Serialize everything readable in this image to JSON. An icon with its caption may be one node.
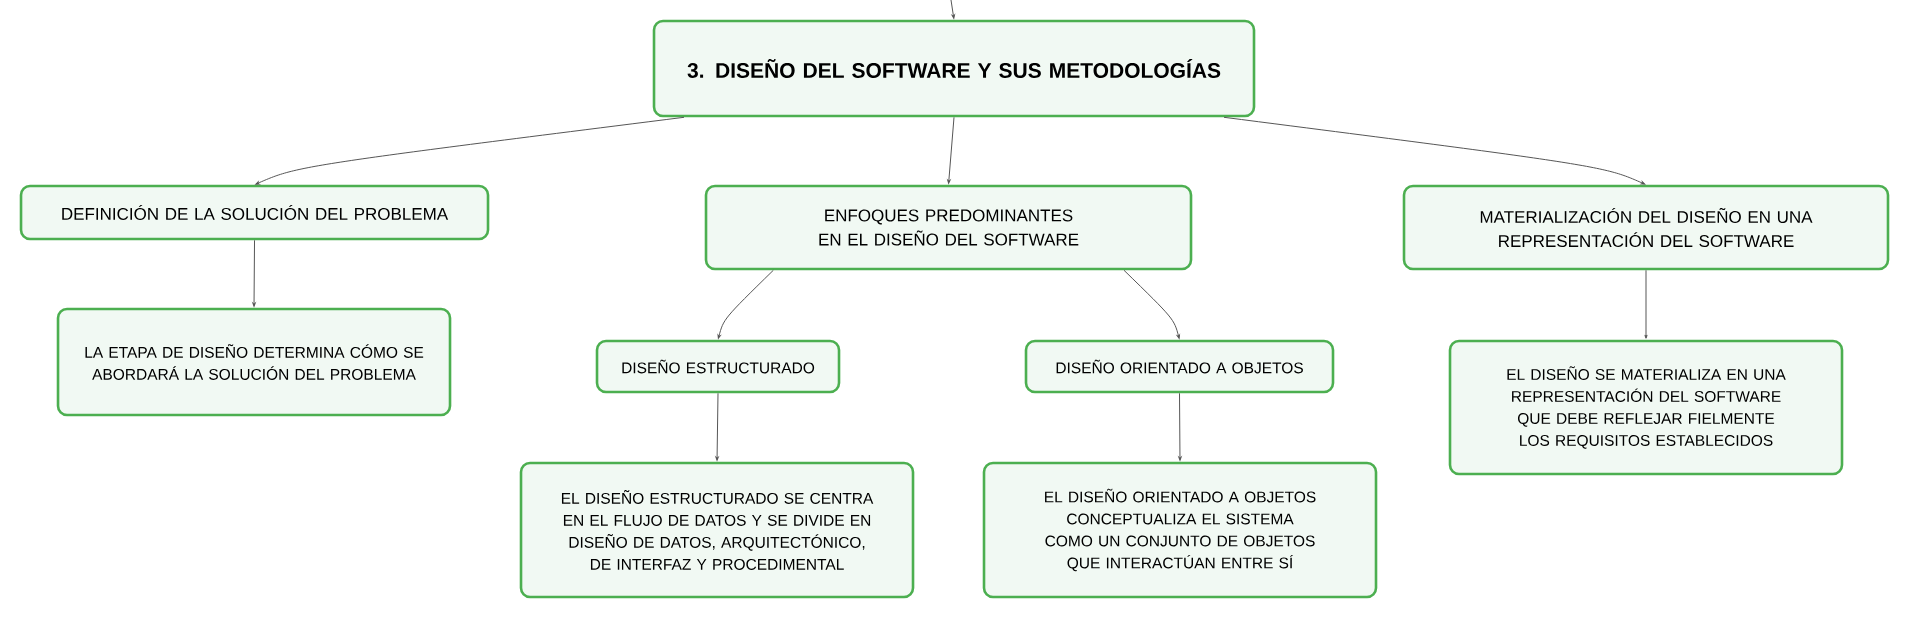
{
  "diagram": {
    "nodes": [
      {
        "text": [
          "3. DISEÑO DEL SOFTWARE Y SUS METODOLOGÍAS"
        ]
      },
      {
        "text": [
          "DEFINICIÓN DE LA SOLUCIÓN DEL PROBLEMA"
        ]
      },
      {
        "text": [
          "LA ETAPA DE DISEÑO DETERMINA CÓMO SE ABORDARÁ LA SOLUCIÓN DEL PROBLEMA"
        ]
      },
      {
        "text": [
          "ENFOQUES PREDOMINANTES EN EL DISEÑO DEL SOFTWARE"
        ]
      },
      {
        "text": [
          "DISEÑO ESTRUCTURADO"
        ]
      },
      {
        "text": [
          "EL DISEÑO ESTRUCTURADO SE CENTRA EN EL FLUJO DE DATOS Y SE DIVIDE EN DISEÑO DE DATOS, ARQUITECTÓNICO, DE INTERFAZ Y PROCEDIMENTAL"
        ]
      },
      {
        "text": [
          "DISEÑO ORIENTADO A OBJETOS"
        ]
      },
      {
        "text": [
          "EL DISEÑO ORIENTADO A OBJETOS CONCEPTUALIZA EL SISTEMA COMO UN CONJUNTO DE OBJETOS QUE INTERACTÚAN ENTRE SÍ"
        ]
      },
      {
        "text": [
          "MATERIALIZACIÓN DEL DISEÑO EN UNA REPRESENTACIÓN DEL SOFTWARE"
        ]
      },
      {
        "text": [
          "EL DISEÑO SE MATERIALIZA EN UNA REPRESENTACIÓN DEL SOFTWARE QUE DEBE REFLEJAR FIELMENTE LOS REQUISITOS ESTABLECIDOS"
        ]
      }
    ],
    "edges": [
      {
        "from": null,
        "to": 0,
        "arrow": "to"
      },
      {
        "from": 0,
        "to": 1,
        "arrow": "to"
      },
      {
        "from": 0,
        "to": 3,
        "arrow": "to"
      },
      {
        "from": 0,
        "to": 8,
        "arrow": "to"
      },
      {
        "from": 1,
        "to": 2,
        "arrow": "to"
      },
      {
        "from": 3,
        "to": 4,
        "arrow": "to"
      },
      {
        "from": 3,
        "to": 6,
        "arrow": "to"
      },
      {
        "from": 4,
        "to": 5,
        "arrow": "to"
      },
      {
        "from": 6,
        "to": 7,
        "arrow": "to"
      },
      {
        "from": 8,
        "to": 9,
        "arrow": "to"
      }
    ]
  }
}
